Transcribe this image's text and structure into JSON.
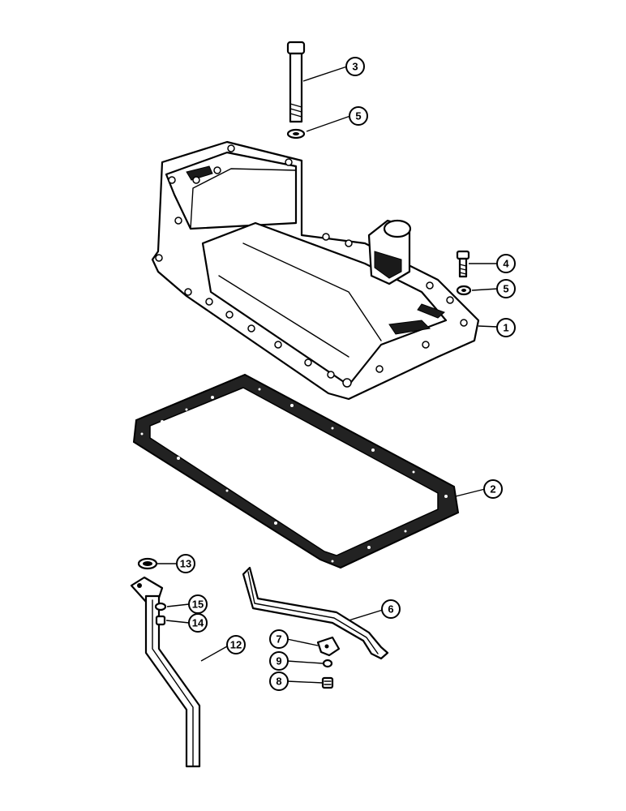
{
  "diagram": {
    "callouts": [
      {
        "id": "c3",
        "label": "3"
      },
      {
        "id": "c5a",
        "label": "5"
      },
      {
        "id": "c4",
        "label": "4"
      },
      {
        "id": "c5b",
        "label": "5"
      },
      {
        "id": "c1",
        "label": "1"
      },
      {
        "id": "c2",
        "label": "2"
      },
      {
        "id": "c13",
        "label": "13"
      },
      {
        "id": "c15",
        "label": "15"
      },
      {
        "id": "c14",
        "label": "14"
      },
      {
        "id": "c12",
        "label": "12"
      },
      {
        "id": "c6",
        "label": "6"
      },
      {
        "id": "c7",
        "label": "7"
      },
      {
        "id": "c9",
        "label": "9"
      },
      {
        "id": "c8",
        "label": "8"
      }
    ]
  }
}
